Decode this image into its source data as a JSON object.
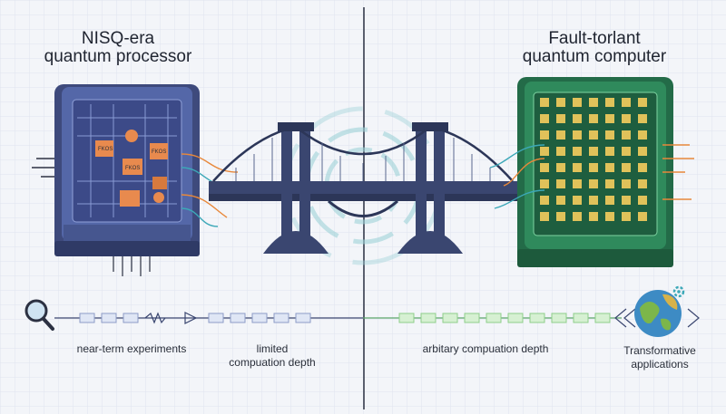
{
  "left": {
    "title_line1": "NISQ-era",
    "title_line2": "quantum processor",
    "chip_labels": [
      "FKOS",
      "FKOS",
      "FKOS"
    ]
  },
  "right": {
    "title_line1": "Fault-torlant",
    "title_line2": "quantum computer"
  },
  "timeline": {
    "label_near_term": "near-term experiments",
    "label_limited_1": "limited",
    "label_limited_2": "compuation depth",
    "label_arbitrary": "arbitary compuation depth",
    "label_transform_1": "Transformative",
    "label_transform_2": "applications"
  },
  "colors": {
    "left_device": "#4b5b9c",
    "right_device": "#2f8a5c",
    "bridge": "#3a4670",
    "left_timeline": "#8d9cc6",
    "right_timeline": "#8fce8a",
    "orange_wire": "#e8883a",
    "cyan_wire": "#3ca8b8",
    "qubit": "#e0c25a"
  },
  "icons": [
    "magnifier-icon",
    "globe-icon",
    "gear-icon"
  ]
}
